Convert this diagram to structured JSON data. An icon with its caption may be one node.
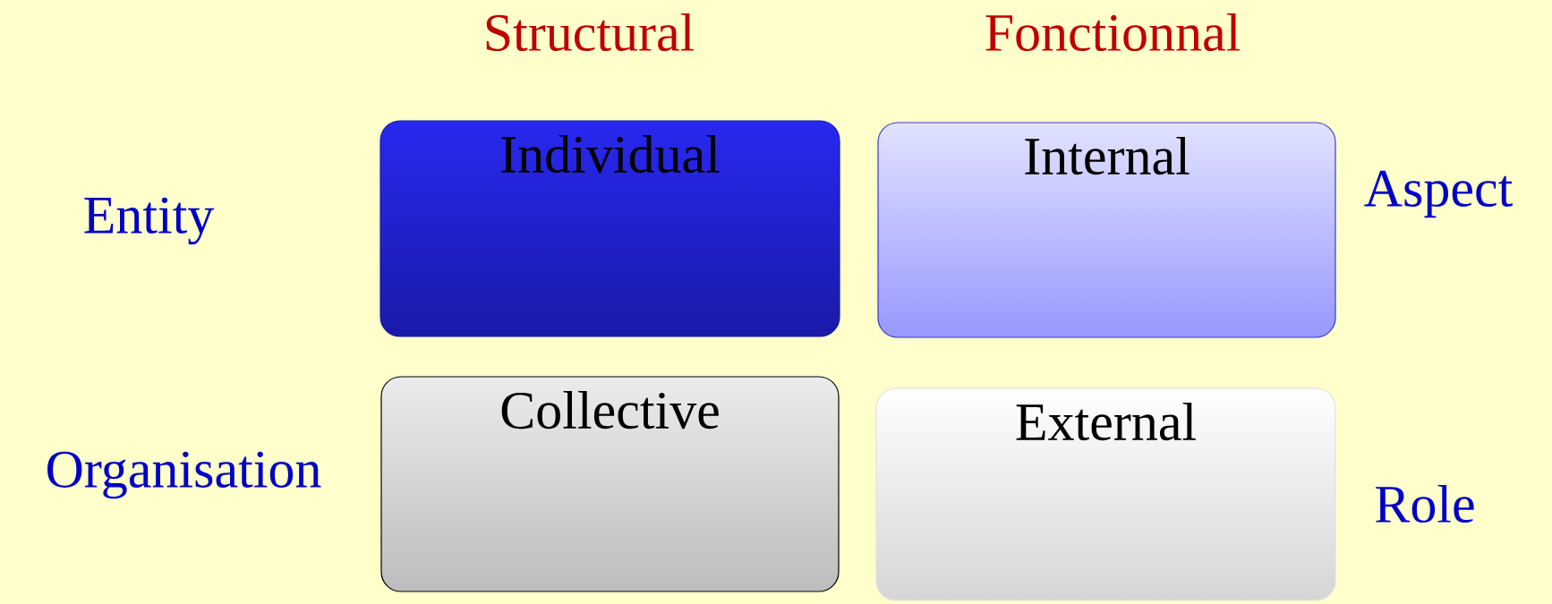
{
  "diagram": {
    "nodes": [
      {
        "text": [
          "Individual"
        ]
      },
      {
        "text": [
          "Internal"
        ]
      },
      {
        "text": [
          "Collective"
        ]
      },
      {
        "text": [
          "External"
        ]
      }
    ],
    "labels": [
      "Structural",
      "Fonctionnal",
      "Entity",
      "Aspect",
      "Organisation",
      "Role"
    ]
  }
}
